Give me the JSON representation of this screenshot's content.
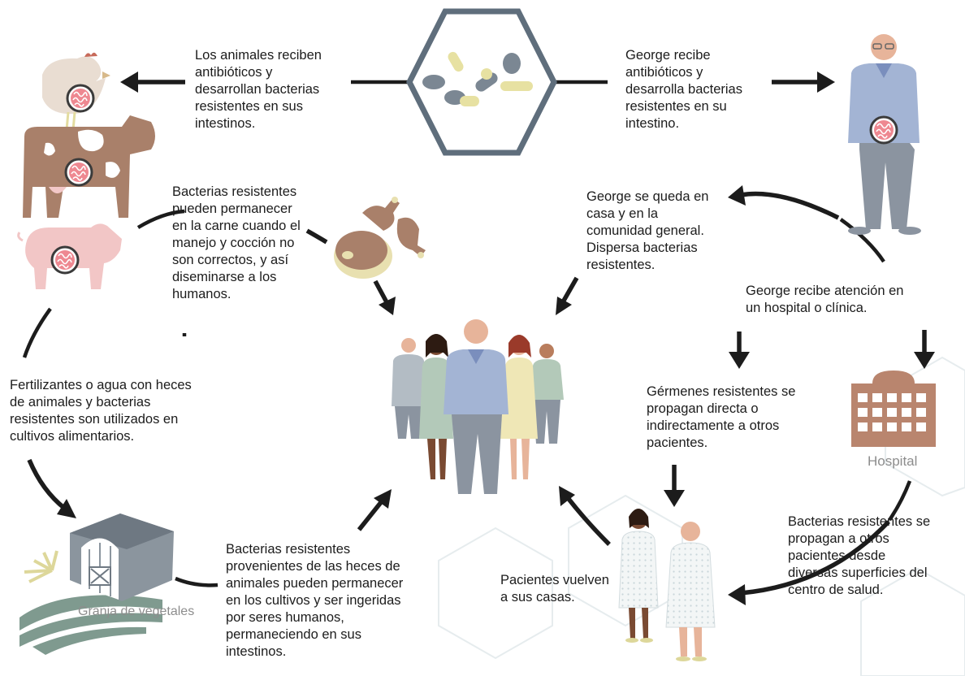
{
  "texts": {
    "animals_antibiotics": "Los animales reciben\nantibióticos y\ndesarrollan bacterias\nresistentes en sus\nintestinos.",
    "george_antibiotics": "George recibe\nantibióticos y\ndesarrolla bacterias\nresistentes en su\nintestino.",
    "meat_bacteria": "Bacterias resistentes\npueden permanecer\nen la carne cuando el\nmanejo y cocción no\nson correctos, y así\ndiseminarse a los\nhumanos.",
    "george_home": "George se queda en\ncasa y en la\ncomunidad general.\nDispersa bacterias\nresistentes.",
    "george_hospital": "George recibe atención en\nun hospital o clínica.",
    "fertilizer": "Fertilizantes o agua con heces\nde animales y bacterias\nresistentes son utilizados en\ncultivos alimentarios.",
    "germs_spread": "Gérmenes resistentes se\npropagan directa o\nindirectamente a otros\npacientes.",
    "crops_bacteria": "Bacterias resistentes\nprovenientes de las heces de\nanimales pueden permanecer\nen los cultivos y ser ingeridas\npor seres humanos,\npermaneciendo en sus\nintestinos.",
    "patients_home": "Pacientes vuelven\na sus casas.",
    "surfaces": "Bacterias resistentes se\npropagan a otros\npacientes desde\ndiversas superficies del\ncentro de salud."
  },
  "labels": {
    "hospital": "Hospital",
    "farm": "Granja de vegetales"
  },
  "colors": {
    "outline": "#5f6e7c",
    "arrow": "#1c1c1c",
    "cow_brown": "#a9806a",
    "pig_pink": "#f2c6c6",
    "hen_beige": "#e9ddd2",
    "gut_pink": "#ee8891",
    "pill_yellow": "#e7e1a2",
    "pill_gray": "#7b8793",
    "hospital_brown": "#b9856e",
    "barn_gray": "#8b959e",
    "skin": "#e7b49a",
    "dark_skin": "#7a4a32",
    "shirt_blue": "#a3b4d4",
    "pants_gray": "#8b94a0",
    "gown": "#eef3f4",
    "dress_yellow": "#efe7b6",
    "sun_yellow": "#ddd79a",
    "field_green": "#7f9a8f"
  }
}
